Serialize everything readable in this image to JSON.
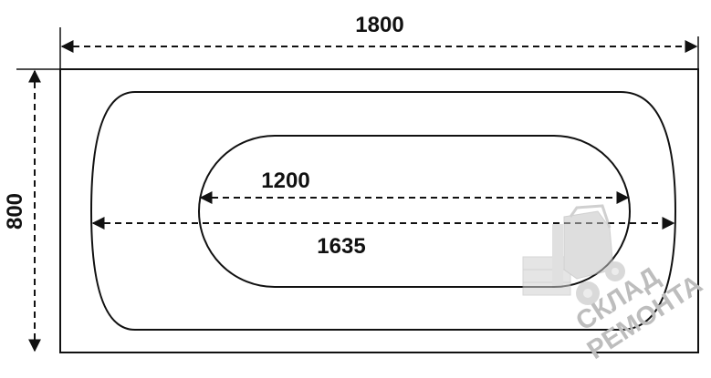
{
  "dimensions": {
    "overall_length": "1800",
    "overall_width": "800",
    "outer_bowl_length": "1635",
    "inner_bowl_length": "1200"
  },
  "watermark": {
    "line1": "СКЛАД",
    "line2": "РЕМОНТА",
    "icon": "forklift-icon"
  },
  "colors": {
    "line": "#111111",
    "watermark": "#bdbdbd"
  }
}
